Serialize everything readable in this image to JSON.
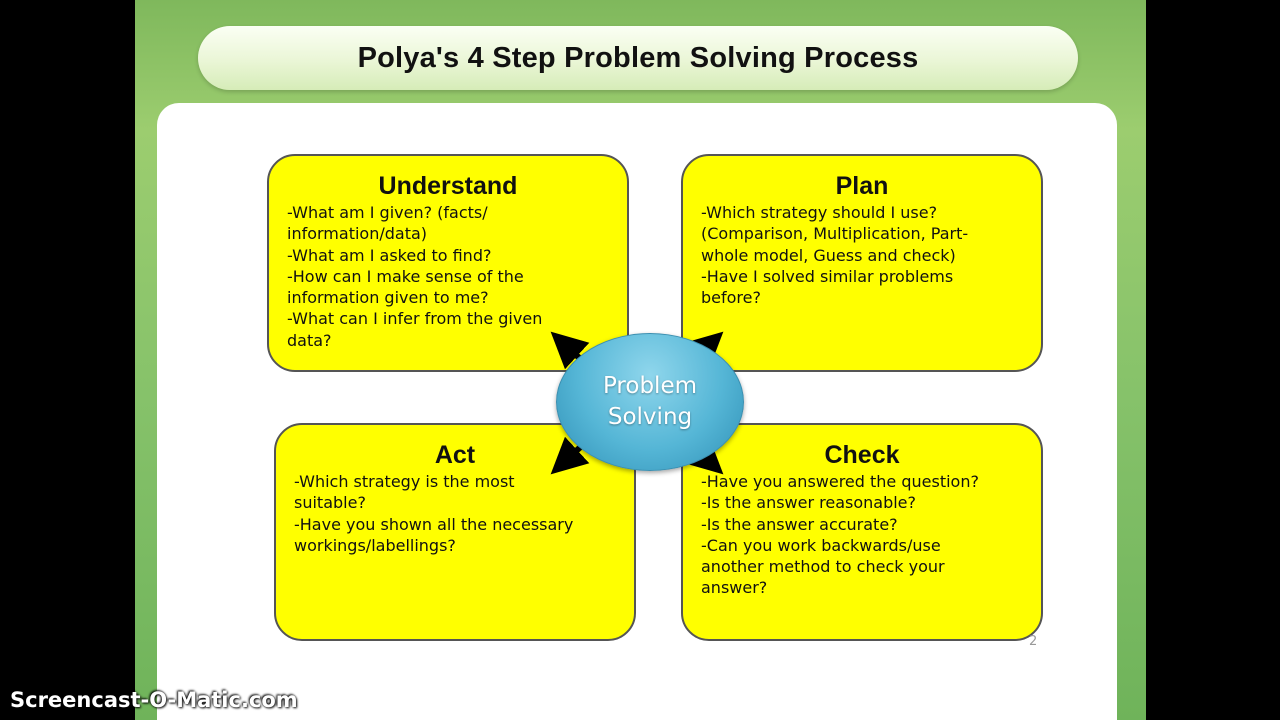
{
  "title": "Polya's 4 Step Problem Solving Process",
  "center_label": [
    "Problem",
    "Solving"
  ],
  "boxes": {
    "understand": {
      "title": "Understand",
      "lines": [
        "-What am I given? (facts/",
        "information/data)",
        "-What am I asked to find?",
        "-How can I make sense of the",
        "information given to me?",
        "-What can I infer from the given",
        "data?"
      ]
    },
    "plan": {
      "title": "Plan",
      "lines": [
        "-Which strategy should I use?",
        "(Comparison, Multiplication, Part-",
        "whole model, Guess and check)",
        "-Have I solved similar problems",
        "before?"
      ]
    },
    "act": {
      "title": "Act",
      "lines": [
        "-Which strategy is  the most",
        "suitable?",
        "-Have you shown all the necessary",
        "workings/labellings?"
      ]
    },
    "check": {
      "title": "Check",
      "lines": [
        "-Have you answered the question?",
        "-Is the answer reasonable?",
        "-Is the answer accurate?",
        "-Can you work backwards/use",
        "another method to check your",
        "answer?"
      ]
    }
  },
  "page_number": "2",
  "watermark": "Screencast-O-Matic.com",
  "colors": {
    "box_fill": "#ffff00",
    "center_fill": "#55b6d6",
    "background": "#86c26a"
  }
}
